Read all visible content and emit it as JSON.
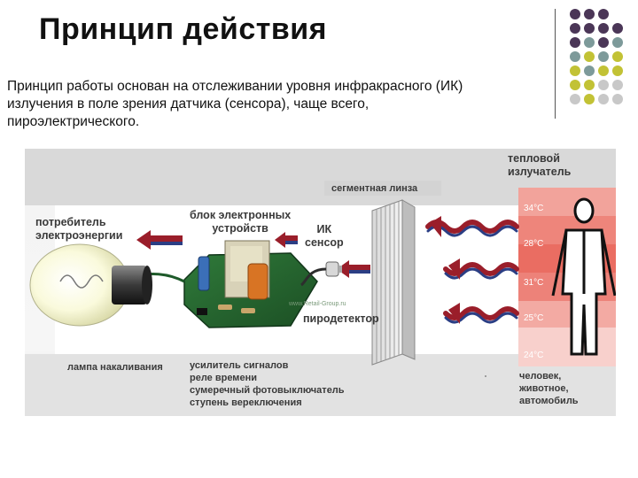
{
  "slide": {
    "title": "Принцип действия",
    "description_lines": [
      "Принцип работы основан на отслеживании уровня инфракрасного (ИК)",
      "излучения в поле зрения датчика (сенсора), чаще всего,",
      "пироэлектрического."
    ]
  },
  "decor": {
    "colors": {
      "purple": "#4b3657",
      "teal": "#7d9a9a",
      "olive": "#c2c235",
      "gray": "#c8c8c8"
    }
  },
  "diagram": {
    "labels": {
      "consumer": [
        "потребитель",
        "электроэнергии"
      ],
      "electronics": [
        "блок электронных",
        "устройств"
      ],
      "ir_sensor": [
        "ИК",
        "сенсор"
      ],
      "segment_lens": "сегментная линза",
      "heat_source": [
        "тепловой",
        "излучатель"
      ],
      "pyrodetector": "пиродетектор",
      "lamp": "лампа накаливания",
      "electronics_list": [
        "усилитель сигналов",
        "реле времени",
        "сумеречный фотовыключатель",
        "ступень вереключения"
      ],
      "objects": [
        "человек,",
        "животное,",
        "автомобиль"
      ],
      "watermark": "www.Retail-Group.ru"
    },
    "temperatures": [
      "34°C",
      "28°C",
      "31°C",
      "25°C",
      "24°C"
    ]
  }
}
